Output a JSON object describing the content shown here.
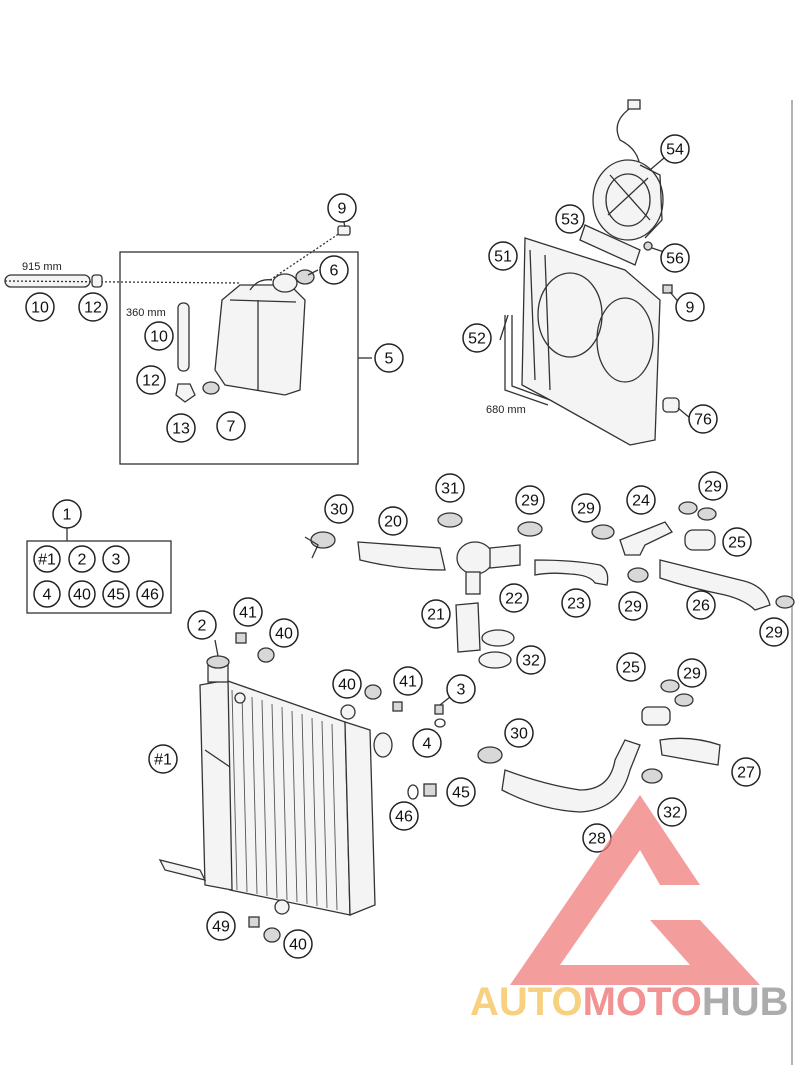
{
  "measurements": {
    "hose_long": "915 mm",
    "hose_short": "360 mm",
    "drain_hose": "680 mm"
  },
  "callouts": {
    "c9a": "9",
    "c6": "6",
    "c5": "5",
    "c10a": "10",
    "c12a": "12",
    "c10b": "10",
    "c12b": "12",
    "c13": "13",
    "c7": "7",
    "c54": "54",
    "c53": "53",
    "c51": "51",
    "c56": "56",
    "c9b": "9",
    "c52": "52",
    "c76": "76",
    "c1": "1",
    "c30a": "30",
    "c20": "20",
    "c31": "31",
    "c29a": "29",
    "c29b": "29",
    "c24": "24",
    "c29c": "29",
    "c25a": "25",
    "c22": "22",
    "c23": "23",
    "c29d": "29",
    "c26": "26",
    "c29e": "29",
    "c21": "21",
    "c32a": "32",
    "c2": "2",
    "c41a": "41",
    "c40a": "40",
    "c40b": "40",
    "c41b": "41",
    "c3": "3",
    "c4": "4",
    "c45": "45",
    "c46": "46",
    "c_h1": "#1",
    "c49": "49",
    "c40c": "40",
    "c25b": "25",
    "c29f": "29",
    "c30b": "30",
    "c27": "27",
    "c28": "28",
    "c32b": "32"
  },
  "kit": {
    "items": [
      "#1",
      "2",
      "3",
      "4",
      "40",
      "45",
      "46"
    ]
  },
  "watermark": {
    "part1": "AUTO",
    "part2": "MOTO",
    "part3": "HUB",
    "color1": "#f7c96a",
    "color2": "#f08080",
    "color3": "#9e9e9e"
  }
}
